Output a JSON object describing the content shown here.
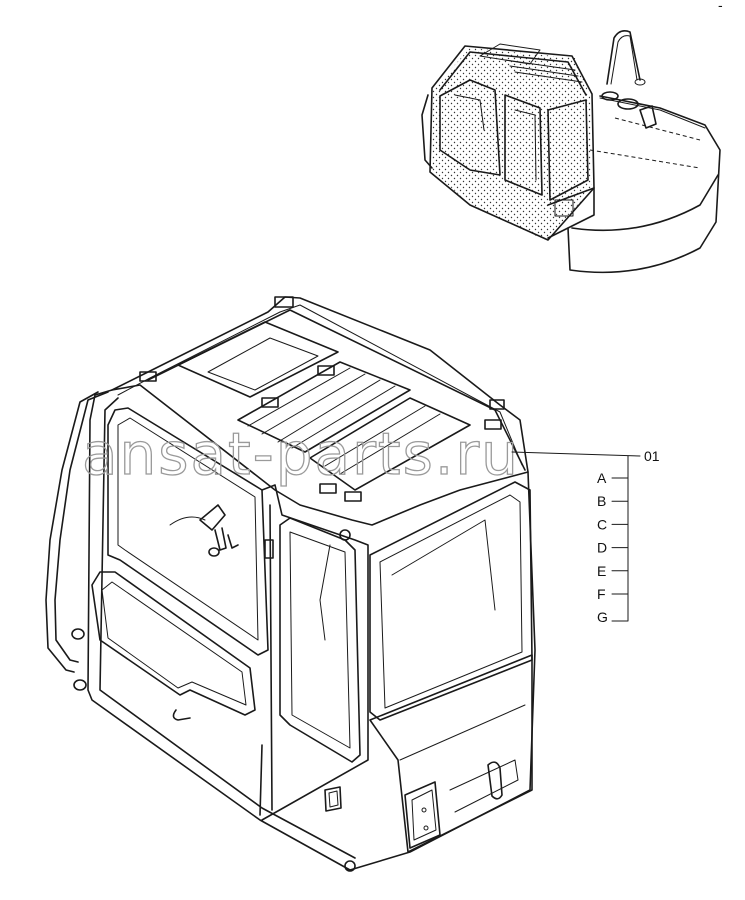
{
  "watermark": "ansat-parts.ru",
  "corner_mark": "-",
  "callout": {
    "part_number": "01",
    "variants": [
      "A",
      "B",
      "C",
      "D",
      "E",
      "F",
      "G"
    ]
  }
}
